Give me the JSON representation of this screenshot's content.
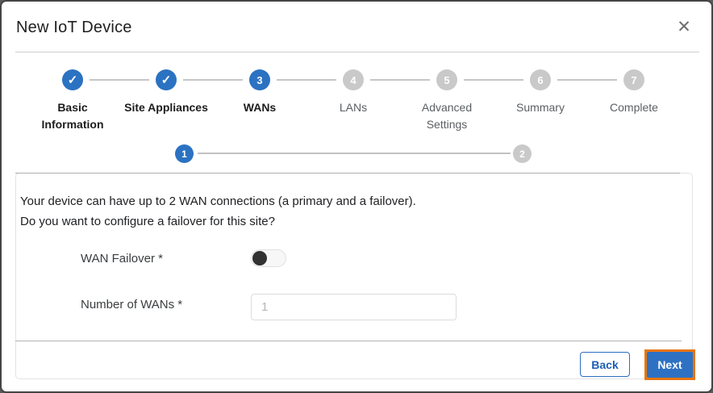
{
  "modal": {
    "title": "New IoT Device",
    "close_glyph": "✕"
  },
  "stepper": {
    "steps": [
      {
        "label": "Basic Information",
        "state": "completed",
        "symbol": "✓"
      },
      {
        "label": "Site Appliances",
        "state": "completed",
        "symbol": "✓"
      },
      {
        "label": "WANs",
        "state": "active",
        "symbol": "3"
      },
      {
        "label": "LANs",
        "state": "upcoming",
        "symbol": "4"
      },
      {
        "label": "Advanced Settings",
        "state": "upcoming",
        "symbol": "5"
      },
      {
        "label": "Summary",
        "state": "upcoming",
        "symbol": "6"
      },
      {
        "label": "Complete",
        "state": "upcoming",
        "symbol": "7"
      }
    ]
  },
  "sub_stepper": {
    "steps": [
      {
        "label": "1",
        "state": "active"
      },
      {
        "label": "2",
        "state": "upcoming"
      }
    ]
  },
  "content": {
    "intro_line1": "Your device can have up to 2 WAN connections (a primary and a failover).",
    "intro_line2": "Do you want to configure a failover for this site?",
    "fields": [
      {
        "label": "WAN Failover *",
        "type": "toggle",
        "value": "off"
      },
      {
        "label": "Number of WANs *",
        "type": "input",
        "value": "1"
      }
    ]
  },
  "footer": {
    "back_label": "Back",
    "next_label": "Next"
  },
  "colors": {
    "accent_blue": "#2b72c2",
    "inactive_gray": "#c9c9c9",
    "highlight_orange": "#e8740c"
  }
}
